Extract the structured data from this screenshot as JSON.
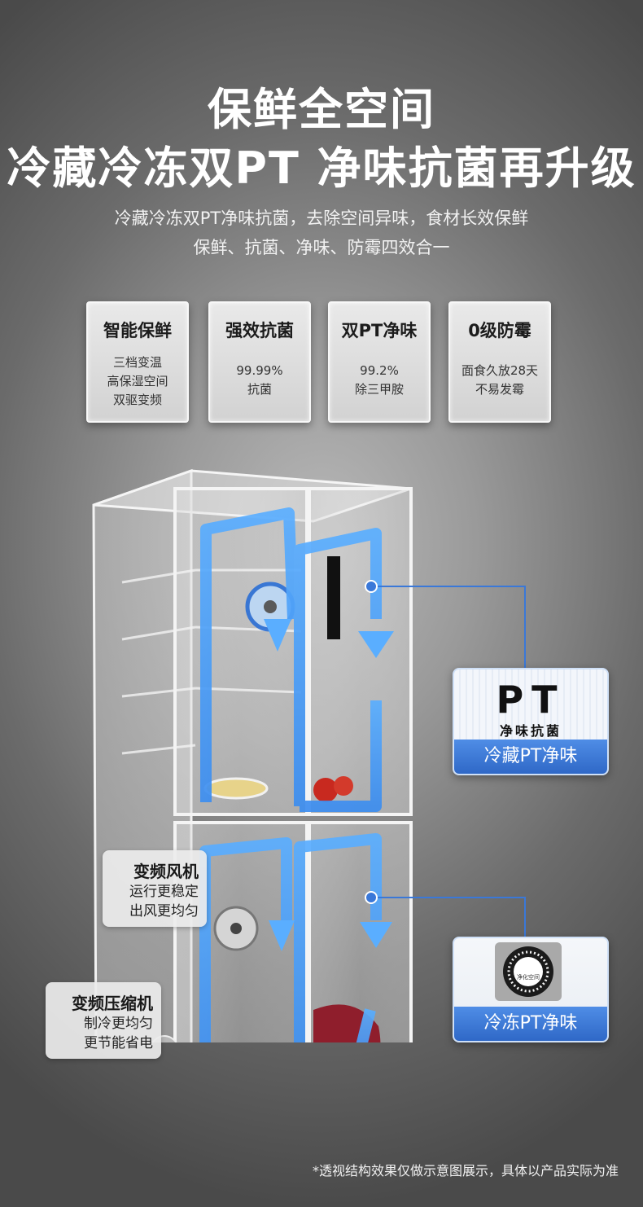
{
  "headline": {
    "line1": "保鲜全空间",
    "line2": "冷藏冷冻双PT 净味抗菌再升级"
  },
  "subtitle": {
    "line1": "冷藏冷冻双PT净味抗菌，去除空间异味，食材长效保鲜",
    "line2": "保鲜、抗菌、净味、防霉四效合一"
  },
  "features": [
    {
      "title": "智能保鲜",
      "lines": [
        "三档变温",
        "高保湿空间",
        "双驱变频"
      ]
    },
    {
      "title": "强效抗菌",
      "lines": [
        "99.99%",
        "抗菌"
      ]
    },
    {
      "title": "双PT净味",
      "lines": [
        "99.2%",
        "除三甲胺"
      ]
    },
    {
      "title": "0级防霉",
      "lines": [
        "面食久放28天",
        "不易发霉"
      ]
    }
  ],
  "callouts": {
    "pt_logo": "PT",
    "pt_tagline": "净味抗菌",
    "fridge_label": "冷藏PT净味",
    "freezer_label": "冷冻PT净味",
    "filter_text": "净化空间"
  },
  "labels": {
    "fan": {
      "title": "变频风机",
      "line1": "运行更稳定",
      "line2": "出风更均匀"
    },
    "compressor": {
      "title": "变频压缩机",
      "line1": "制冷更均匀",
      "line2": "更节能省电"
    }
  },
  "footnote": "*透视结构效果仅做示意图展示，具体以产品实际为准",
  "colors": {
    "accent_blue": "#3a78d8",
    "flow_blue": "#5fb4ff",
    "background_dark": "#4a4a4a"
  }
}
